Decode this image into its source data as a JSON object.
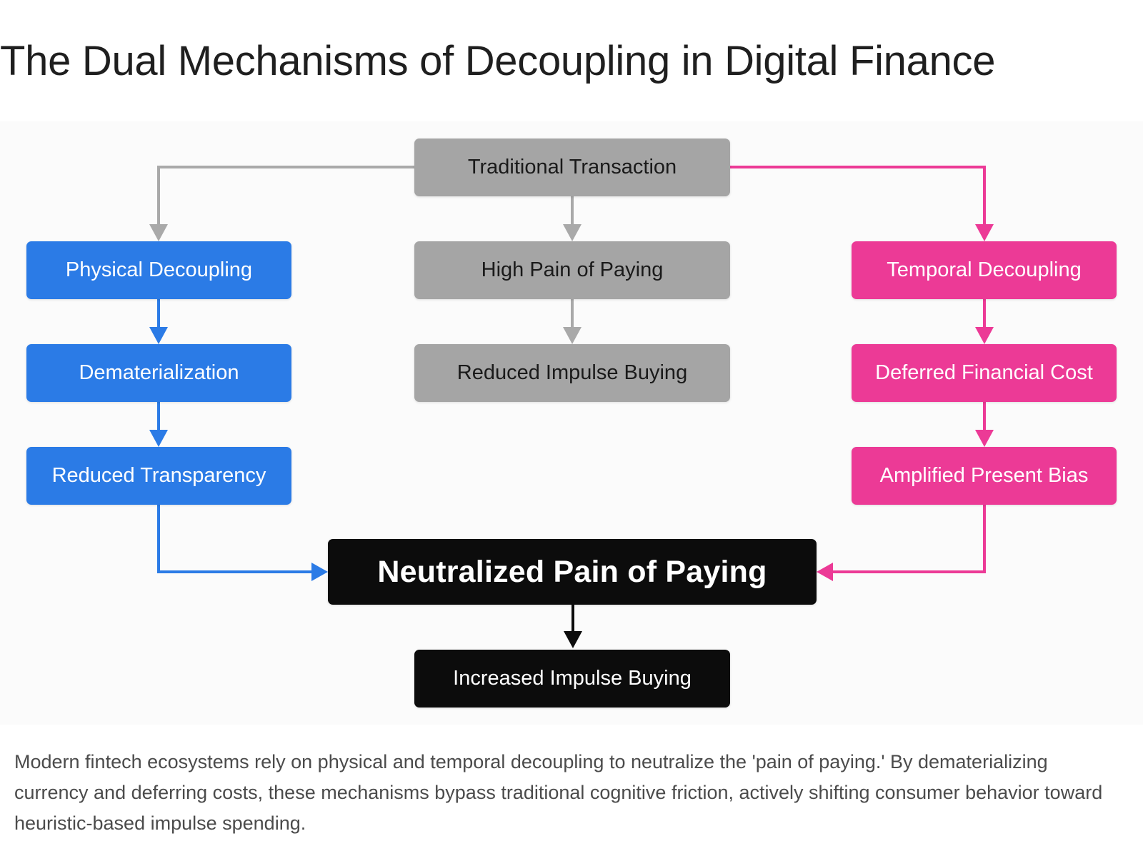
{
  "title": "The Dual Mechanisms of Decoupling in Digital Finance",
  "colors": {
    "gray": "#a5a5a5",
    "gray_line": "#a9a9a9",
    "blue": "#2b7be6",
    "pink": "#ec3a96",
    "black": "#0c0c0c"
  },
  "nodes": {
    "traditional_transaction": "Traditional Transaction",
    "high_pain": "High Pain of Paying",
    "reduced_impulse": "Reduced Impulse Buying",
    "physical_decoupling": "Physical Decoupling",
    "dematerialization": "Dematerialization",
    "reduced_transparency": "Reduced Transparency",
    "temporal_decoupling": "Temporal Decoupling",
    "deferred_cost": "Deferred Financial Cost",
    "present_bias": "Amplified Present Bias",
    "neutralized_pain": "Neutralized Pain of Paying",
    "increased_impulse": "Increased Impulse Buying"
  },
  "caption": "Modern fintech ecosystems rely on physical and temporal decoupling to neutralize the 'pain of paying.' By dematerializing currency and deferring costs, these mechanisms bypass traditional cognitive friction, actively shifting consumer behavior toward heuristic-based impulse spending."
}
